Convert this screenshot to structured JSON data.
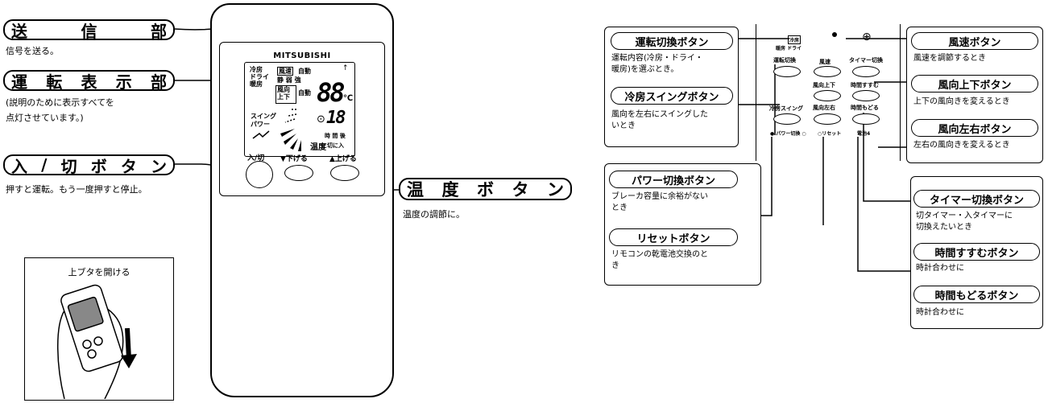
{
  "left_labels": {
    "transmitter": {
      "title": [
        "送",
        "信",
        "部"
      ],
      "desc": "信号を送る。"
    },
    "display": {
      "title": [
        "運",
        "転",
        "表",
        "示",
        "部"
      ],
      "desc1": "(説明のために表示すべてを",
      "desc2": "点灯させています。)"
    },
    "power": {
      "title": [
        "入",
        "/",
        "切",
        "ボ",
        "タ",
        "ン"
      ],
      "desc": "押すと運転。もう一度押すと停止。"
    },
    "temp": {
      "title": [
        "温",
        "度",
        "ボ",
        "タ",
        "ン"
      ],
      "desc": "温度の調節に。"
    }
  },
  "remote": {
    "brand": "MITSUBISHI",
    "lcd": {
      "mode": [
        "冷房",
        "ドライ",
        "暖房"
      ],
      "speed": [
        "風速",
        "静 弱 強"
      ],
      "auto1": "自動",
      "auto2": "自動",
      "dir": [
        "風向",
        "上下"
      ],
      "swing": [
        "スイング",
        "パワー"
      ],
      "temp_digits": "88",
      "unit": "℃",
      "timer_digits": "18",
      "timer_note": [
        "時 間 後",
        "に切に入"
      ]
    },
    "temp_label": "温度",
    "btn_power": "入/切",
    "btn_down": "▼下げる",
    "btn_up": "▲上げる"
  },
  "inset": {
    "caption": "上ブタを開ける"
  },
  "right": {
    "panel": {
      "mode": "冷房",
      "dry": "暖房 ドライ",
      "b1": "運転切換",
      "b2": "風速",
      "b3": "タイマー切換",
      "b4": "風向上下",
      "b5": "時間すすむ",
      "b6": "冷房スイング",
      "b7": "風向左右",
      "b8": "時間もどる",
      "bottom1": "● パワー切換 ○",
      "bottom2": "○リセット",
      "bottom3": "電池4"
    },
    "box_a": [
      {
        "title": "運転切換ボタン",
        "desc": [
          "運転内容(冷房・ドライ・",
          "暖房)を選ぶとき。"
        ]
      },
      {
        "title": "冷房スイングボタン",
        "desc": [
          "風向を左右にスイングした",
          "いとき"
        ]
      }
    ],
    "box_b": [
      {
        "title": "パワー切換ボタン",
        "desc": [
          "ブレーカ容量に余裕がない",
          "とき"
        ]
      },
      {
        "title": "リセットボタン",
        "desc": [
          "リモコンの乾電池交換のと",
          "き"
        ]
      }
    ],
    "box_c": [
      {
        "title": "風速ボタン",
        "desc": [
          "風速を調節するとき"
        ]
      },
      {
        "title": "風向上下ボタン",
        "desc": [
          "上下の風向きを変えるとき"
        ]
      },
      {
        "title": "風向左右ボタン",
        "desc": [
          "左右の風向きを変えるとき"
        ]
      }
    ],
    "box_d": [
      {
        "title": "タイマー切換ボタン",
        "desc": [
          "切タイマー・入タイマーに",
          "切換えたいとき"
        ]
      },
      {
        "title": "時間すすむボタン",
        "desc": [
          "時計合わせに"
        ]
      },
      {
        "title": "時間もどるボタン",
        "desc": [
          "時計合わせに"
        ]
      }
    ]
  }
}
